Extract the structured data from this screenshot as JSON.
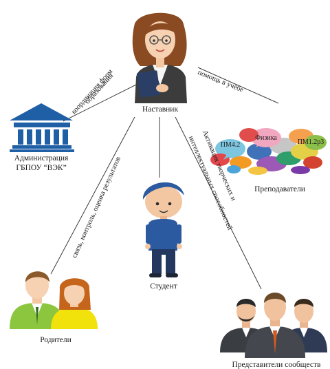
{
  "nodes": {
    "mentor": "Наставник",
    "admin_line1": "Администрация",
    "admin_line2": "ГБПОУ “ВЭК”",
    "teachers": "Преподаватели",
    "student": "Студент",
    "parents": "Родители",
    "communities": "Представители сообществ"
  },
  "edges": {
    "admin_line1": "координация форм",
    "admin_line2": "образования",
    "teachers": "помощь в учёбе",
    "parents": "связь, контроль, оценка результатов",
    "communities_line1": "Активация творческих и",
    "communities_line2": "интеллектуальных способностей"
  },
  "bubbles": {
    "b1": "ПМ4.2",
    "b2": "Физика",
    "b3": "ПМ1.2р3"
  },
  "colors": {
    "line": "#3a3a3a",
    "building": "#1f5fa6",
    "blazer": "#3c3c3c",
    "student_shirt": "#2c5aa0",
    "dad_shirt": "#8cc63f",
    "mom_shirt": "#f2e20c"
  }
}
